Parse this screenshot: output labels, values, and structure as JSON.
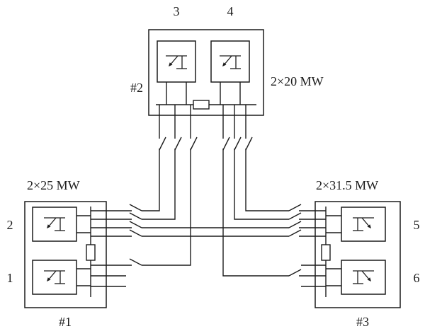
{
  "colors": {
    "line": "#1c1c1c",
    "background": "#ffffff"
  },
  "stations": {
    "s1": {
      "name_label": "#1",
      "capacity_label": "2×25 MW",
      "units": [
        {
          "num_label": "2"
        },
        {
          "num_label": "1"
        }
      ]
    },
    "s2": {
      "name_label": "#2",
      "capacity_label": "2×20 MW",
      "units": [
        {
          "num_label": "3"
        },
        {
          "num_label": "4"
        }
      ]
    },
    "s3": {
      "name_label": "#3",
      "capacity_label": "2×31.5 MW",
      "units": [
        {
          "num_label": "5"
        },
        {
          "num_label": "6"
        }
      ]
    }
  }
}
